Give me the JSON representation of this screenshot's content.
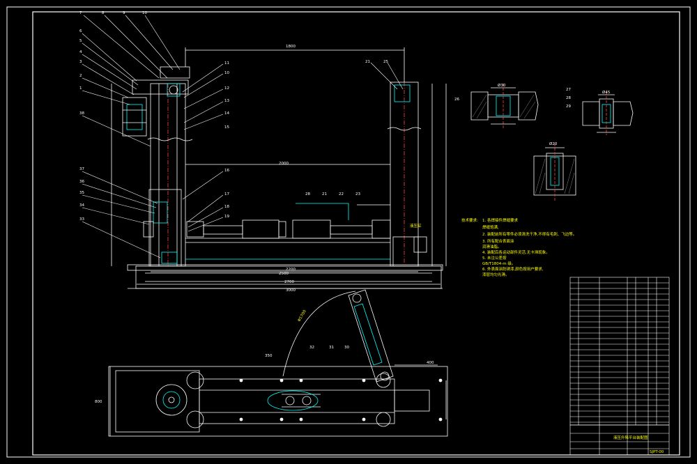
{
  "drawing": {
    "background": "#000000",
    "line_colors": {
      "outline": "#ffffff",
      "secondary": "#00ffff",
      "center": "#ff4040",
      "text": "#ffff00"
    },
    "part_labels_left": [
      "7",
      "8",
      "9",
      "10",
      "6",
      "5",
      "4",
      "3",
      "2",
      "1",
      "38",
      "37",
      "36",
      "35",
      "34",
      "33"
    ],
    "part_labels_mid": [
      "11",
      "10",
      "12",
      "13",
      "14",
      "15",
      "16",
      "17",
      "18",
      "19"
    ],
    "part_labels_right": [
      "21",
      "25"
    ],
    "part_labels_cylinder": [
      "28",
      "21",
      "22",
      "23"
    ],
    "part_labels_bottom": [
      "30",
      "31",
      "32"
    ],
    "detail_labels": [
      "26",
      "27",
      "28",
      "29"
    ],
    "detail_dims": [
      "Ø30",
      "Ø45",
      "Ø20"
    ],
    "overall_dims": [
      "3000",
      "2700",
      "2500",
      "2200",
      "2000",
      "1800",
      "350",
      "400",
      "800"
    ],
    "side_label": "液压缸",
    "arc_label": "Φ1700"
  },
  "notes": {
    "heading": "技术要求:",
    "lines": [
      "1. 各焊接件焊缝要求",
      "焊缝饱满,",
      "2. 装配前所有零件必须清洗干净,不得有毛刺、飞边等。",
      "3. 所有配合表面涂",
      "润滑油脂。",
      "4. 装配后各运动部件灵活,无卡滞现象。",
      "5. 未注公差按",
      "GB/T1804-m 级。",
      "6. 外表面涂防锈漆,颜色按用户要求,",
      "漆层均匀光滑。"
    ]
  },
  "title_block": {
    "title": "液压升降平台装配图",
    "drawing_no": "SJPT-00"
  }
}
